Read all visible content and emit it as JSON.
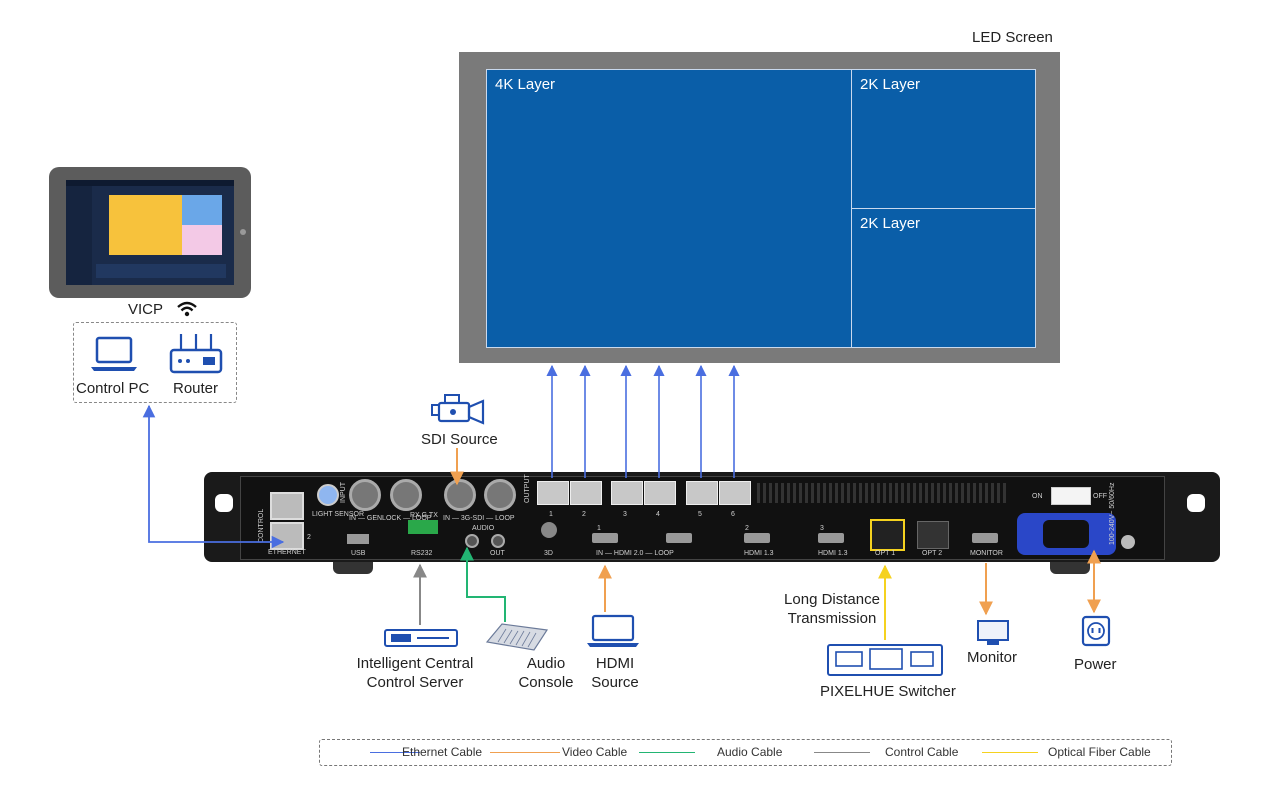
{
  "title": "",
  "screen": {
    "label": "LED Screen",
    "layers": [
      {
        "name": "4K Layer"
      },
      {
        "name": "2K Layer"
      },
      {
        "name": "2K Layer"
      }
    ]
  },
  "tablet": {
    "label": "VICP"
  },
  "control_group": {
    "pc": "Control PC",
    "router": "Router"
  },
  "sources": {
    "sdi": "SDI Source",
    "server": "Intelligent Central Control Server",
    "audio": "Audio Console",
    "hdmi": "HDMI Source",
    "fiber": "Long Distance Transmission",
    "switcher": "PIXELHUE Switcher",
    "monitor": "Monitor",
    "power": "Power"
  },
  "device_panel": {
    "control": "CONTROL",
    "ethernet": "ETHERNET",
    "port2": "2",
    "usb": "USB",
    "rs232": "RS232",
    "rxgtx": "RX G TX",
    "light_sensor": "LIGHT SENSOR",
    "input": "INPUT",
    "genlock": "IN — GENLOCK — LOOP",
    "sdi": "IN — 3G-SDI — LOOP",
    "audio": "AUDIO",
    "audio_out": "OUT",
    "output": "OUTPUT",
    "port_nums": [
      "1",
      "2",
      "3",
      "4",
      "5",
      "6"
    ],
    "3d": "3D",
    "hdmi20": "IN — HDMI 2.0 — LOOP",
    "hdmi_in_num": "1",
    "hdmi13_a": "HDMI 1.3",
    "hdmi13_a_num": "2",
    "hdmi13_b": "HDMI 1.3",
    "hdmi13_b_num": "3",
    "opt1": "OPT 1",
    "opt2": "OPT 2",
    "monitor": "MONITOR",
    "on": "ON",
    "off": "OFF",
    "voltage": "100-240V~ 50/60Hz"
  },
  "legend": [
    {
      "label": "Ethernet Cable",
      "color": "#4a6ee0"
    },
    {
      "label": "Video Cable",
      "color": "#f0a050"
    },
    {
      "label": "Audio Cable",
      "color": "#22b573"
    },
    {
      "label": "Control Cable",
      "color": "#888888"
    },
    {
      "label": "Optical Fiber Cable",
      "color": "#f5d21f"
    }
  ],
  "colors": {
    "ethernet": "#4a6ee0",
    "video": "#f0a050",
    "audio": "#22b573",
    "control": "#888888",
    "fiber": "#f5d21f",
    "screen_blue": "#0a5ea8"
  }
}
